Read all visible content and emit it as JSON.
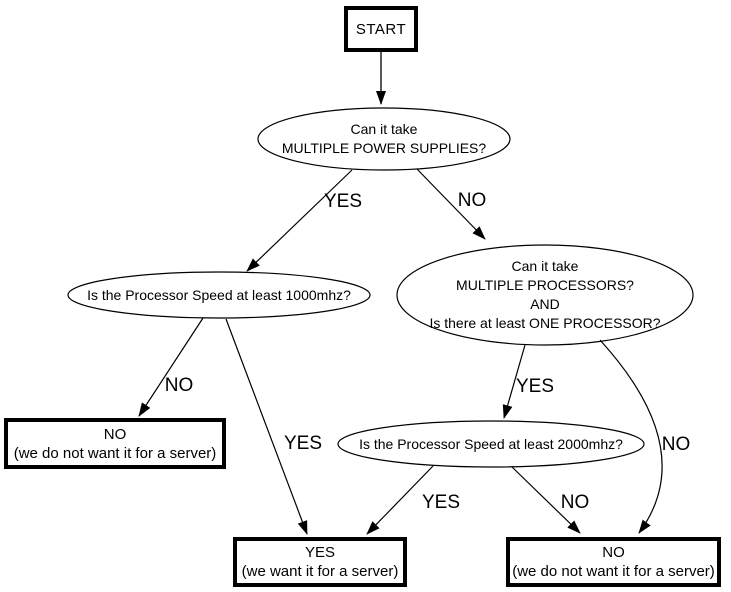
{
  "colors": {
    "ink": "#000000",
    "background": "#ffffff"
  },
  "nodes": {
    "start": {
      "label": "START"
    },
    "q_power": {
      "line1": "Can it take",
      "line2": "MULTIPLE POWER SUPPLIES?"
    },
    "q_speed1000": {
      "line1": "Is the Processor Speed at least 1000mhz?"
    },
    "q_processors": {
      "line1": "Can it take",
      "line2": "MULTIPLE PROCESSORS?",
      "line3": "AND",
      "line4": "Is there at least ONE PROCESSOR?"
    },
    "q_speed2000": {
      "line1": "Is the Processor Speed at least 2000mhz?"
    },
    "result_no_left": {
      "line1": "NO",
      "line2": "(we do not want it for a server)"
    },
    "result_yes": {
      "line1": "YES",
      "line2": "(we want it for a server)"
    },
    "result_no_right": {
      "line1": "NO",
      "line2": "(we do not want it for a server)"
    }
  },
  "edge_labels": {
    "power_yes": "YES",
    "power_no": "NO",
    "speed1000_no": "NO",
    "speed1000_yes": "YES",
    "processors_yes": "YES",
    "processors_no": "NO",
    "speed2000_yes": "YES",
    "speed2000_no": "NO"
  }
}
